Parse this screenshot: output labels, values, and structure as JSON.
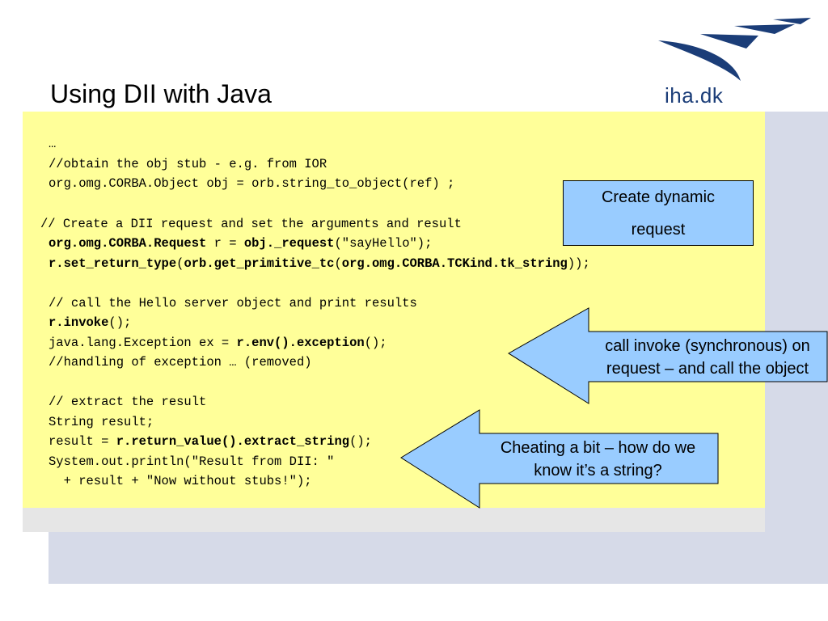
{
  "slide": {
    "title": "Using DII with Java",
    "logo_text": "iha.dk"
  },
  "code": {
    "l1": "…",
    "l2": "//obtain the obj stub - e.g. from IOR",
    "l3": "org.omg.CORBA.Object obj = orb.string_to_object(ref) ;",
    "l4": "// Create a DII request and set the arguments and result",
    "l5": [
      {
        "t": "org.omg.CORBA.Request",
        "b": true
      },
      {
        "t": " r = ",
        "b": false
      },
      {
        "t": "obj._request",
        "b": true
      },
      {
        "t": "(\"sayHello\");",
        "b": false
      }
    ],
    "l6": [
      {
        "t": "r.set_return_type",
        "b": true
      },
      {
        "t": "(",
        "b": false
      },
      {
        "t": "orb.get_primitive_tc",
        "b": true
      },
      {
        "t": "(",
        "b": false
      },
      {
        "t": "org.omg.CORBA.TCKind.tk_string",
        "b": true
      },
      {
        "t": "));",
        "b": false
      }
    ],
    "l7": "// call the Hello server object and print results",
    "l8": [
      {
        "t": "r.invoke",
        "b": true
      },
      {
        "t": "();",
        "b": false
      }
    ],
    "l9": [
      {
        "t": "java.lang.Exception ex = ",
        "b": false
      },
      {
        "t": "r.env().exception",
        "b": true
      },
      {
        "t": "();",
        "b": false
      }
    ],
    "l10": "//handling of exception … (removed)",
    "l11": "// extract the result",
    "l12": "String result;",
    "l13": [
      {
        "t": "result = ",
        "b": false
      },
      {
        "t": "r.return_value().extract_string",
        "b": true
      },
      {
        "t": "();",
        "b": false
      }
    ],
    "l14": "System.out.println(\"Result from DII: \"",
    "l15": "  + result + \"Now without stubs!\");"
  },
  "callouts": {
    "box_line1": "Create dynamic",
    "box_line2": "request",
    "arrow1_line1": "call invoke (synchronous) on",
    "arrow1_line2": "request – and call the object",
    "arrow2_line1": "Cheating a bit – how do we",
    "arrow2_line2": "know it’s a string?"
  },
  "colors": {
    "code_background": "#ffff99",
    "callout_fill": "#99ccff",
    "logo_blue": "#1b3d78"
  }
}
